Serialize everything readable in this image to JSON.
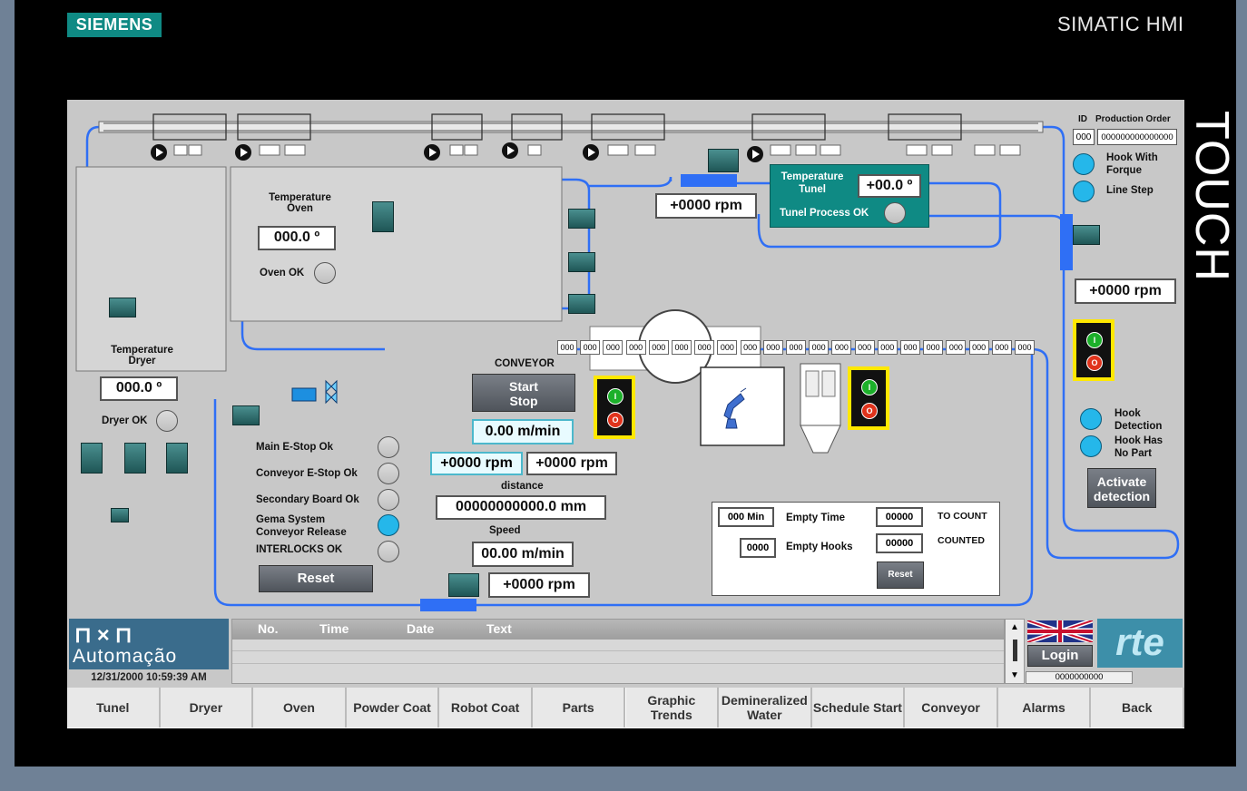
{
  "device": {
    "brand": "SIEMENS",
    "model": "SIMATIC HMI",
    "touch": "TOUCH"
  },
  "colors": {
    "screen_bg": "#c8c8c8",
    "conveyor_line": "#2f6ff5",
    "teal": "#0f8a84",
    "cyan_indicator": "#25b7ea",
    "traffic_frame": "#ffe800"
  },
  "header": {
    "id_label": "ID",
    "production_order_label": "Production Order",
    "id_value": "000",
    "production_order_value": "000000000000000"
  },
  "dryer": {
    "title_line1": "Temperature",
    "title_line2": "Dryer",
    "temp": "000.0 º",
    "ok_label": "Dryer OK"
  },
  "oven": {
    "title_line1": "Temperature",
    "title_line2": "Oven",
    "temp": "000.0 º",
    "ok_label": "Oven OK"
  },
  "tunel": {
    "title_line1": "Temperature",
    "title_line2": "Tunel",
    "temp": "+00.0 º",
    "process_ok_label": "Tunel Process OK",
    "rpm": "+0000 rpm"
  },
  "right_panel": {
    "hook_with_forque": "Hook With Forque",
    "line_step": "Line Step",
    "rpm": "+0000 rpm",
    "hook_detection": "Hook Detection",
    "hook_has_no_part": "Hook Has No Part",
    "activate_line1": "Activate",
    "activate_line2": "detection"
  },
  "conveyor": {
    "title": "CONVEYOR",
    "start_label": "Start",
    "stop_label": "Stop",
    "speed_setpoint": "0.00 m/min",
    "rpm1": "+0000 rpm",
    "rpm2": "+0000 rpm",
    "distance_label": "distance",
    "distance_value": "00000000000.0 mm",
    "speed_label": "Speed",
    "speed_value": "00.00 m/min",
    "rpm3": "+0000 rpm"
  },
  "hook_counters": [
    "000",
    "000",
    "000",
    "000",
    "000",
    "000",
    "000",
    "000",
    "000",
    "000",
    "000",
    "000",
    "000",
    "000",
    "000",
    "000",
    "000",
    "000",
    "000",
    "000",
    "000"
  ],
  "estops": [
    {
      "label": "Main E-Stop Ok"
    },
    {
      "label": "Conveyor E-Stop Ok"
    },
    {
      "label": "Secondary Board Ok"
    },
    {
      "label": "Gema System Conveyor Release"
    },
    {
      "label": "INTERLOCKS OK"
    }
  ],
  "reset_label": "Reset",
  "counters": {
    "empty_time_value": "000  Min",
    "empty_time_label": "Empty Time",
    "empty_hooks_value": "0000",
    "empty_hooks_label": "Empty Hooks",
    "to_count_value": "00000",
    "to_count_label": "TO COUNT",
    "counted_value": "00000",
    "counted_label": "COUNTED",
    "reset_label": "Reset"
  },
  "alarm_table": {
    "columns": [
      "No.",
      "Time",
      "Date",
      "Text"
    ]
  },
  "footer": {
    "logo_text": "Automação",
    "datetime": "12/31/2000 10:59:39 AM",
    "login_label": "Login",
    "login_value": "0000000000",
    "rte_logo": "rte"
  },
  "nav": [
    {
      "label": "Tunel"
    },
    {
      "label": "Dryer"
    },
    {
      "label": "Oven"
    },
    {
      "label": "Powder Coat"
    },
    {
      "label": "Robot Coat"
    },
    {
      "label": "Parts"
    },
    {
      "label": "Graphic Trends"
    },
    {
      "label": "Demineralized Water"
    },
    {
      "label": "Schedule Start"
    },
    {
      "label": "Conveyor"
    },
    {
      "label": "Alarms"
    },
    {
      "label": "Back"
    }
  ]
}
